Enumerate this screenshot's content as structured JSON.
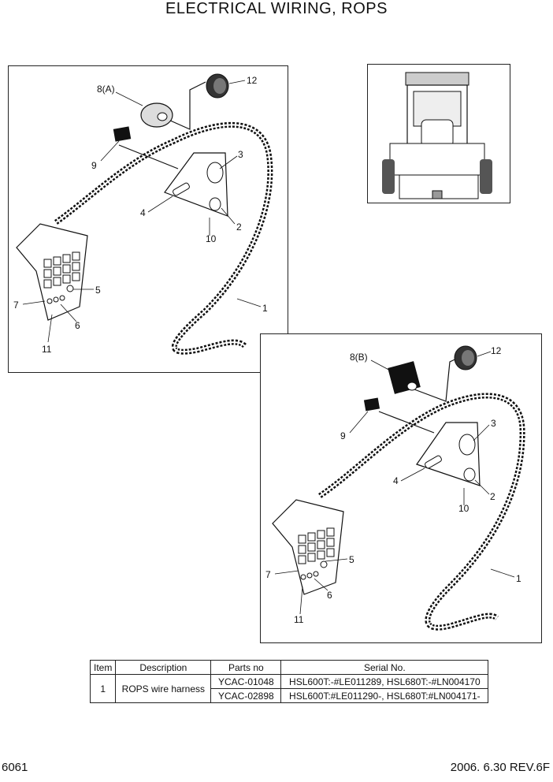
{
  "page": {
    "title": "ELECTRICAL WIRING, ROPS",
    "page_number": "6061",
    "revision": "2006. 6.30  REV.6F"
  },
  "diagram_a": {
    "callouts": [
      "8(A)",
      "12",
      "9",
      "3",
      "4",
      "2",
      "10",
      "5",
      "7",
      "6",
      "11",
      "1"
    ]
  },
  "diagram_b": {
    "callouts": [
      "8(B)",
      "12",
      "9",
      "3",
      "4",
      "2",
      "10",
      "5",
      "7",
      "6",
      "11",
      "1"
    ]
  },
  "table": {
    "headers": [
      "Item",
      "Description",
      "Parts no",
      "Serial No."
    ],
    "item": "1",
    "description": "ROPS wire harness",
    "rows": [
      {
        "parts_no": "YCAC-01048",
        "serial": "HSL600T:-#LE011289, HSL680T:-#LN004170"
      },
      {
        "parts_no": "YCAC-02898",
        "serial": "HSL600T:#LE011290-, HSL680T:#LN004171-"
      }
    ]
  }
}
